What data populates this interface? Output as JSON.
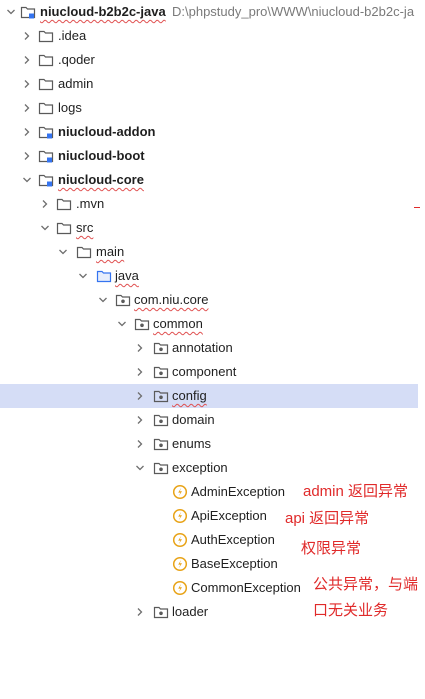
{
  "tree": {
    "root": {
      "label": "niucloud-b2b2c-java",
      "path": "D:\\phpstudy_pro\\WWW\\niucloud-b2b2c-ja"
    },
    "rows": [
      {
        "label": ".idea"
      },
      {
        "label": ".qoder"
      },
      {
        "label": "admin"
      },
      {
        "label": "logs"
      },
      {
        "label": "niucloud-addon"
      },
      {
        "label": "niucloud-boot"
      },
      {
        "label": "niucloud-core"
      },
      {
        "label": ".mvn"
      },
      {
        "label": "src"
      },
      {
        "label": "main"
      },
      {
        "label": "java"
      },
      {
        "label": "com.niu.core"
      },
      {
        "label": "common"
      },
      {
        "label": "annotation"
      },
      {
        "label": "component"
      },
      {
        "label": "config"
      },
      {
        "label": "domain"
      },
      {
        "label": "enums"
      },
      {
        "label": "exception"
      },
      {
        "label": "AdminException"
      },
      {
        "label": "ApiException"
      },
      {
        "label": "AuthException"
      },
      {
        "label": "BaseException"
      },
      {
        "label": "CommonException"
      },
      {
        "label": "loader"
      }
    ]
  },
  "annotations": {
    "admin": "admin 返回异常",
    "api": "api 返回异常",
    "auth": "权限异常",
    "common_line1": "公共异常，与端",
    "common_line2": "口无关业务"
  },
  "colors": {
    "selected_row": "#d5ddf6",
    "annotation": "#e02a2a",
    "exception_icon": "#e8a317"
  }
}
